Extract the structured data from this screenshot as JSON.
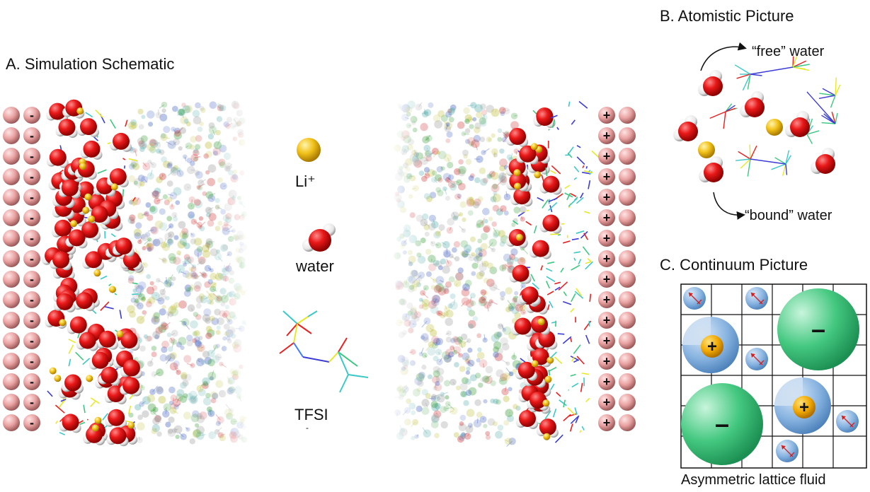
{
  "panel_a": {
    "title": "A. Simulation Schematic",
    "legend": {
      "li_label": "Li⁺",
      "water_label": "water",
      "tfsi_label": "TFSI",
      "tfsi_charge": "-"
    },
    "left_electrode_sign": "-",
    "right_electrode_sign": "+"
  },
  "panel_b": {
    "title": "B. Atomistic Picture",
    "free_label": "“free”  water",
    "bound_label": "“bound” water"
  },
  "panel_c": {
    "title": "C. Continuum Picture",
    "caption": "Asymmetric lattice  fluid",
    "cation_sign": "+",
    "anion_sign": "–"
  },
  "colors": {
    "oxygen": "#e01010",
    "hydrogen": "#f4f4f4",
    "lithium": "#f2c21a",
    "electrode": "#e8a0a0",
    "anion_green": "#3cc878",
    "cation_blue": "#7aa8d8"
  }
}
